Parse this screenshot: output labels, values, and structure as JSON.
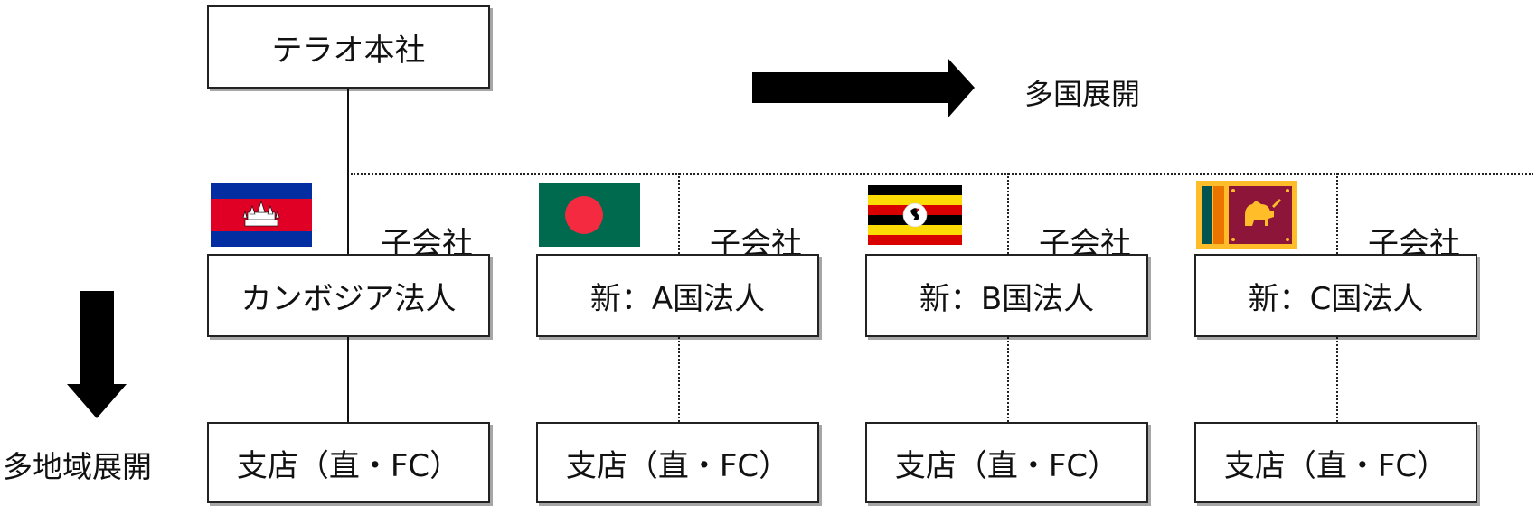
{
  "headquarters": {
    "label": "テラオ本社"
  },
  "arrows": {
    "horizontal_label": "多国展開",
    "vertical_label": "多地域展開"
  },
  "subsidiaries": [
    {
      "tag": "子会社",
      "entity": "カンボジア法人",
      "branch": "支店（直・FC）",
      "flag": "cambodia-flag"
    },
    {
      "tag": "子会社",
      "entity": "新：A国法人",
      "branch": "支店（直・FC）",
      "flag": "bangladesh-flag"
    },
    {
      "tag": "子会社",
      "entity": "新：B国法人",
      "branch": "支店（直・FC）",
      "flag": "uganda-flag"
    },
    {
      "tag": "子会社",
      "entity": "新：C国法人",
      "branch": "支店（直・FC）",
      "flag": "sri-lanka-flag"
    }
  ],
  "colors": {
    "cambodia_blue": "#032EA1",
    "cambodia_red": "#E00025",
    "bangladesh_green": "#006A4E",
    "bangladesh_red": "#F42A41",
    "uganda_black": "#000000",
    "uganda_yellow": "#FCDC04",
    "uganda_red": "#D90000",
    "srilanka_gold": "#FFBE29",
    "srilanka_maroon": "#8D153A",
    "srilanka_green": "#00534E",
    "srilanka_orange": "#EB7400"
  }
}
